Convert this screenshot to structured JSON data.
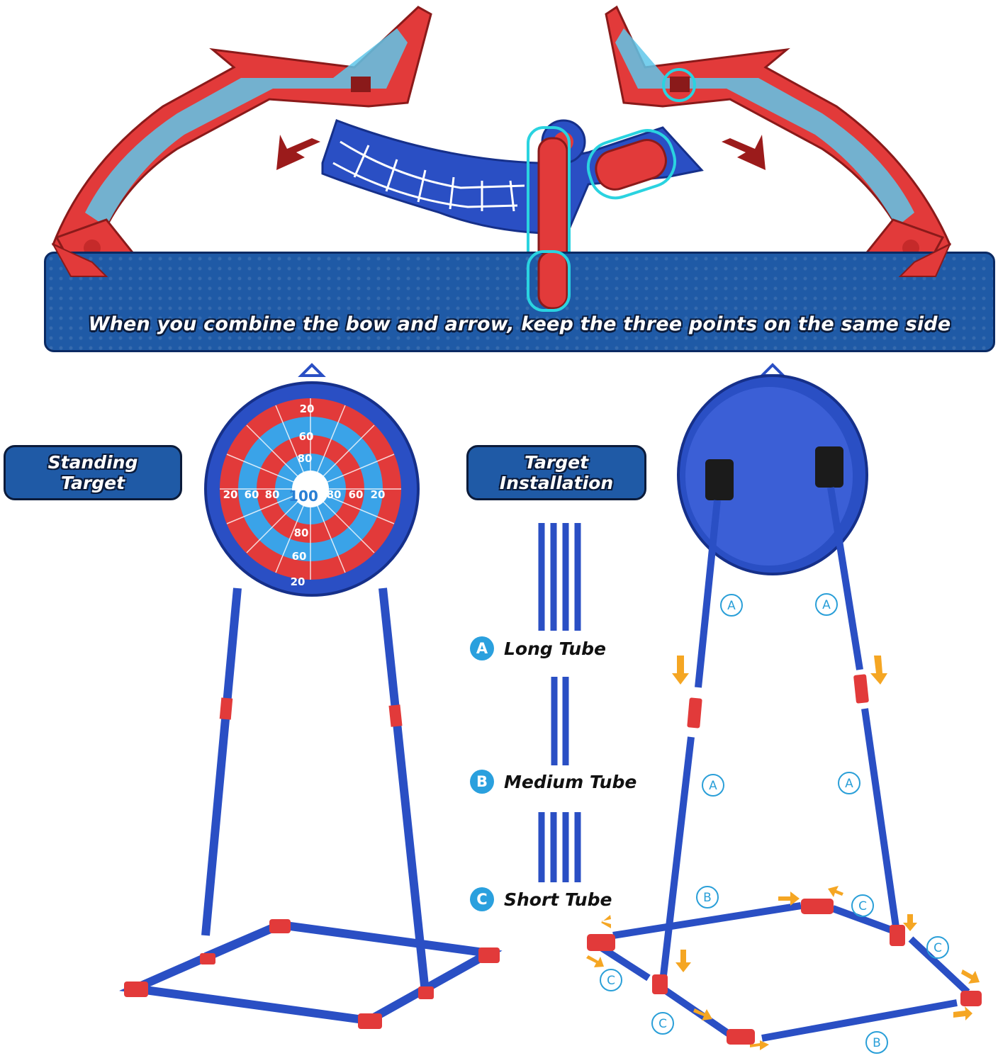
{
  "banner": {
    "instruction": "When you combine the bow and arrow, keep the three points on the same side"
  },
  "standing_target_label": {
    "line1": "Standing",
    "line2": "Target"
  },
  "installation_label": {
    "line1": "Target",
    "line2": "Installation"
  },
  "tubes": [
    {
      "letter": "A",
      "name": "Long Tube"
    },
    {
      "letter": "B",
      "name": "Medium Tube"
    },
    {
      "letter": "C",
      "name": "Short Tube"
    }
  ],
  "target_scores": {
    "top": [
      "20",
      "60",
      "80"
    ],
    "center": "100",
    "left": [
      "20",
      "60",
      "80"
    ],
    "right": [
      "80",
      "60",
      "20"
    ],
    "bottom": [
      "80",
      "60",
      "20"
    ]
  },
  "diagram_markers": {
    "long_upper_left": "A",
    "long_upper_right": "A",
    "long_lower_left": "A",
    "long_lower_right": "A",
    "medium_back": "B",
    "medium_front": "B",
    "short_back_right": "C",
    "short_right": "C",
    "short_left": "C",
    "short_front_left": "C"
  },
  "colors": {
    "blue": "#2a4fc4",
    "red": "#e23a3a",
    "cyan": "#2ad3e0",
    "navy": "#1f5aa6",
    "orange": "#f5a623"
  }
}
